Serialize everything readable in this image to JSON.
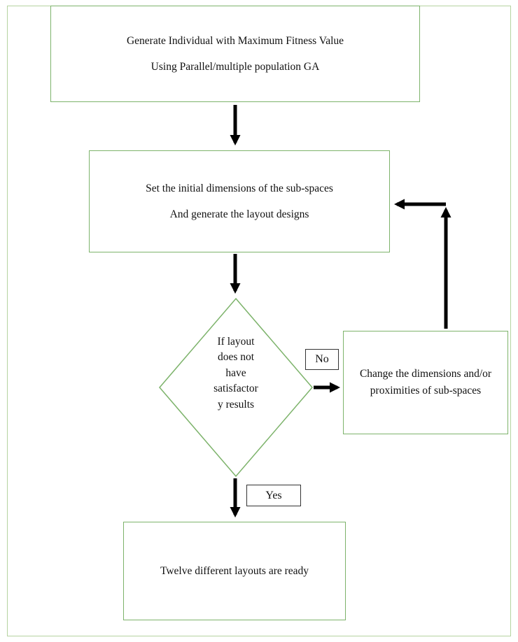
{
  "flowchart": {
    "start_box": {
      "line1": "Generate Individual with Maximum Fitness Value",
      "line2": "Using Parallel/multiple population GA"
    },
    "setup_box": {
      "line1": "Set the initial dimensions of the sub-spaces",
      "line2": "And generate the layout designs"
    },
    "decision": {
      "lines": [
        "If layout",
        "does not",
        "have",
        "satisfactor",
        "y results"
      ]
    },
    "change_box": {
      "text": "Change the dimensions and/or proximities of sub-spaces"
    },
    "end_box": {
      "text": "Twelve different layouts are ready"
    },
    "labels": {
      "no": "No",
      "yes": "Yes"
    }
  },
  "colors": {
    "box_border": "#7db36b",
    "frame_border": "#b5d3a0",
    "arrow": "#000000",
    "text": "#111111"
  }
}
